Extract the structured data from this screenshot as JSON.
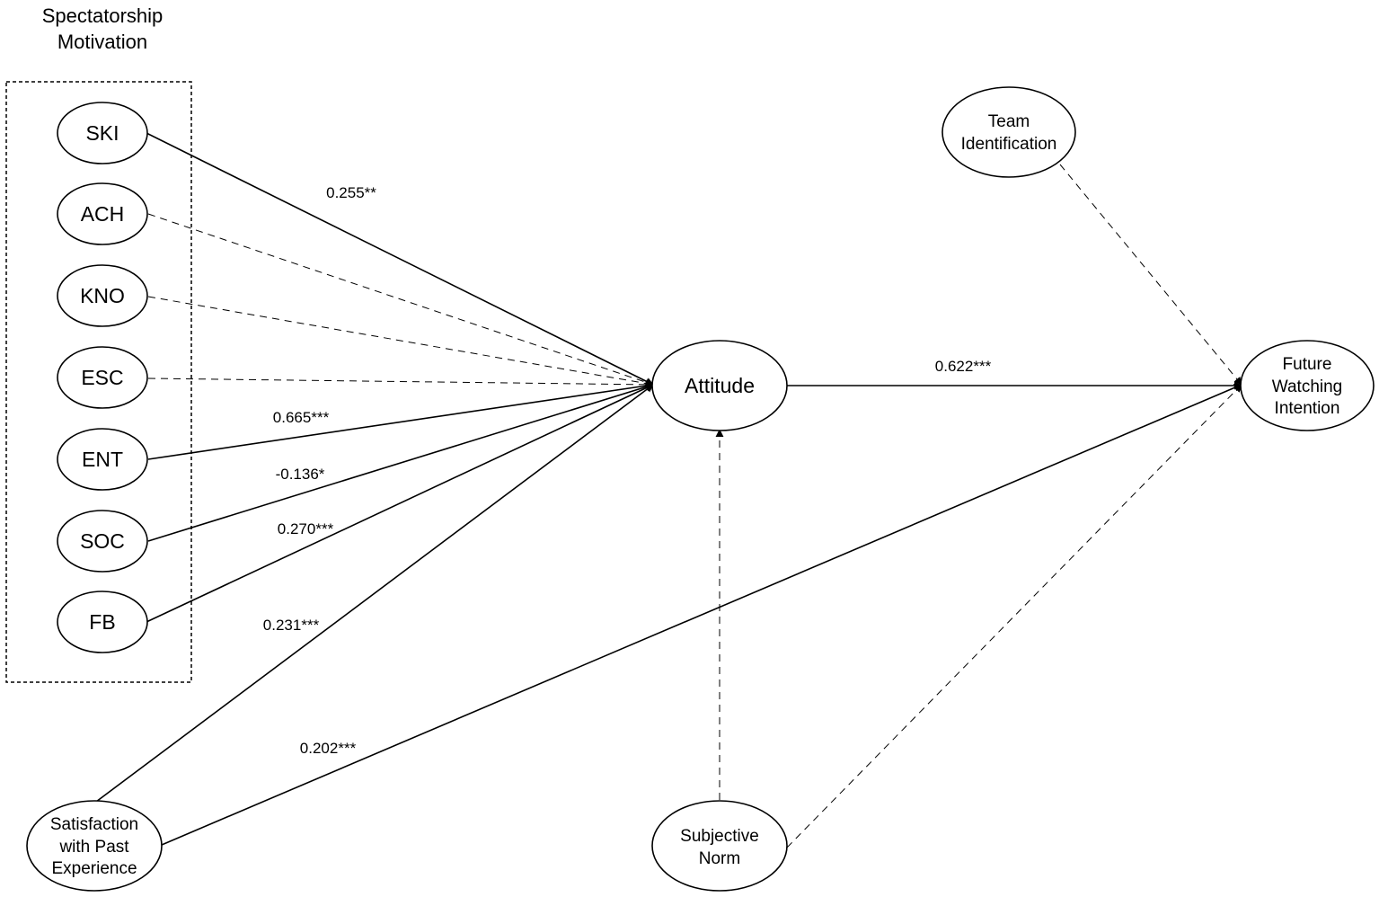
{
  "group": {
    "title_line1": "Spectatorship",
    "title_line2": "Motivation"
  },
  "nodes": {
    "ski": "SKI",
    "ach": "ACH",
    "kno": "KNO",
    "esc": "ESC",
    "ent": "ENT",
    "soc": "SOC",
    "fb": "FB",
    "attitude": "Attitude",
    "team_identification": [
      "Team",
      "Identification"
    ],
    "future_watching_intention": [
      "Future",
      "Watching",
      "Intention"
    ],
    "satisfaction_past_experience": [
      "Satisfaction",
      "with Past",
      "Experience"
    ],
    "subjective_norm": [
      "Subjective",
      "Norm"
    ]
  },
  "paths": {
    "ski_attitude": "0.255**",
    "ent_attitude": "0.665***",
    "soc_attitude": "-0.136*",
    "fb_attitude": "0.270***",
    "sat_attitude": "0.231***",
    "sat_intention": "0.202***",
    "attitude_intention": "0.622***"
  },
  "colors": {
    "stroke": "#000000",
    "background": "#ffffff"
  }
}
